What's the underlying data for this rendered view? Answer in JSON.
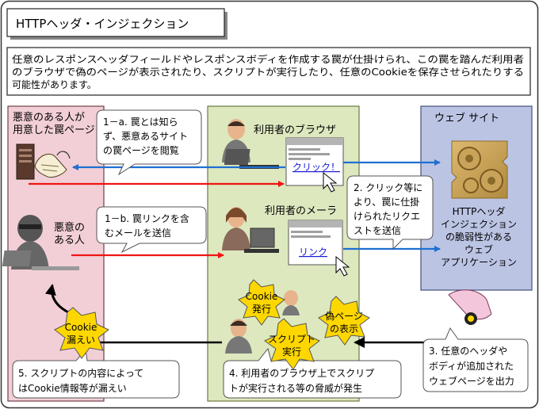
{
  "title": "HTTPヘッダ・インジェクション",
  "description": [
    "任意のレスポンスヘッダフィールドやレスポンスボディを作成する罠が仕掛けられ、この罠を踏んだ利用者",
    "のブラウザで偽のページが表示されたり、スクリプトが実行したり、任意のCookieを保存させられたりする",
    "可能性があります。"
  ],
  "zones": {
    "attacker_page": [
      "悪意のある人が",
      "用意した罠ページ"
    ],
    "website": "ウェブ サイト"
  },
  "actors": {
    "user_browser": "利用者のブラウザ",
    "user_mailer": "利用者のメーラ",
    "attacker": [
      "悪意の",
      "ある人"
    ]
  },
  "browser_link": "クリック！",
  "mail_link": "リンク",
  "app_label": [
    "HTTPヘッダ",
    "インジェクション",
    "の脆弱性がある",
    "ウェブ",
    "アプリケーション"
  ],
  "callouts": {
    "c1a": [
      "1－a. 罠とは知ら",
      "ず、悪意あるサイト",
      "の罠ページを閲覧"
    ],
    "c1b": [
      "1－b. 罠リンクを含",
      "むメールを送信"
    ],
    "c2": [
      "2. クリック等に",
      "より、罠に仕掛",
      "けられたリクエ",
      "ストを送信"
    ],
    "c3": [
      "3. 任意のヘッダや",
      "ボディが追加された",
      "ウェブページを出力"
    ],
    "c4": [
      "4. 利用者のブラウザ上でスクリプ",
      "トが実行される等の脅威が発生"
    ],
    "c5": [
      "5. スクリプトの内容によって",
      "はCookie情報等が漏えい"
    ]
  },
  "bursts": {
    "cookie_issue": [
      "Cookie",
      "発行"
    ],
    "fake_page": [
      "偽ページ",
      "の表示"
    ],
    "script_exec": [
      "スクリプト",
      "実行"
    ],
    "cookie_leak": [
      "Cookie",
      "漏えい"
    ]
  },
  "colors": {
    "attacker_zone": "#f2cfd6",
    "user_zone": "#dde8bf",
    "site_zone": "#bcc4e4",
    "arrow_blue": "#1f6fd1",
    "arrow_red": "#f01515",
    "burst": "#ffd700"
  }
}
